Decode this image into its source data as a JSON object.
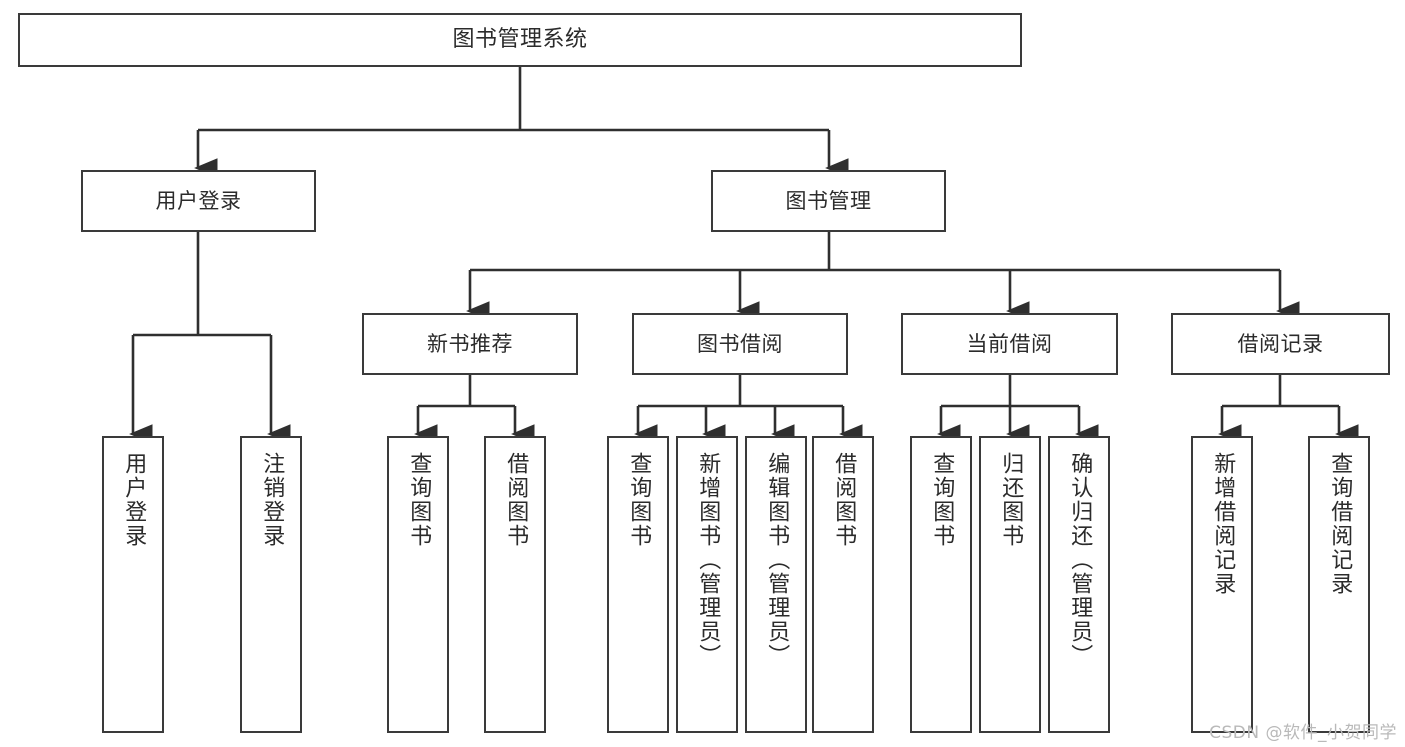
{
  "diagram": {
    "title": "图书管理系统",
    "type": "hierarchy-tree",
    "levels": 4,
    "root": {
      "id": "root",
      "label": "图书管理系统"
    },
    "level2": [
      {
        "id": "user-login",
        "label": "用户登录"
      },
      {
        "id": "book-manage",
        "label": "图书管理"
      }
    ],
    "level3": [
      {
        "id": "new-book-rec",
        "label": "新书推荐",
        "parent": "book-manage"
      },
      {
        "id": "book-borrow",
        "label": "图书借阅",
        "parent": "book-manage"
      },
      {
        "id": "current-borrow",
        "label": "当前借阅",
        "parent": "book-manage"
      },
      {
        "id": "borrow-record",
        "label": "借阅记录",
        "parent": "book-manage"
      }
    ],
    "leaves": [
      {
        "id": "leaf-user-login",
        "label": "用户登录",
        "parent": "user-login"
      },
      {
        "id": "leaf-logout-login",
        "label": "注销登录",
        "parent": "user-login"
      },
      {
        "id": "leaf-query-book-1",
        "label": "查询图书",
        "parent": "new-book-rec"
      },
      {
        "id": "leaf-borrow-book-1",
        "label": "借阅图书",
        "parent": "new-book-rec"
      },
      {
        "id": "leaf-query-book-2",
        "label": "查询图书",
        "parent": "book-borrow"
      },
      {
        "id": "leaf-add-book",
        "label": "新增图书（管理员）",
        "parent": "book-borrow"
      },
      {
        "id": "leaf-edit-book",
        "label": "编辑图书（管理员）",
        "parent": "book-borrow"
      },
      {
        "id": "leaf-borrow-book-2",
        "label": "借阅图书",
        "parent": "book-borrow"
      },
      {
        "id": "leaf-query-book-3",
        "label": "查询图书",
        "parent": "current-borrow"
      },
      {
        "id": "leaf-return-book",
        "label": "归还图书",
        "parent": "current-borrow"
      },
      {
        "id": "leaf-confirm-return",
        "label": "确认归还（管理员）",
        "parent": "current-borrow"
      },
      {
        "id": "leaf-add-record",
        "label": "新增借阅记录",
        "parent": "borrow-record"
      },
      {
        "id": "leaf-query-record",
        "label": "查询借阅记录",
        "parent": "borrow-record"
      }
    ],
    "colors": {
      "box_border": "#3a3a3a",
      "box_fill": "#ffffff",
      "edge": "#2f2f2f",
      "text": "#2b2b2b",
      "watermark": "#b9b9b9"
    }
  },
  "watermark": {
    "text": "CSDN @软件_小贺同学"
  }
}
